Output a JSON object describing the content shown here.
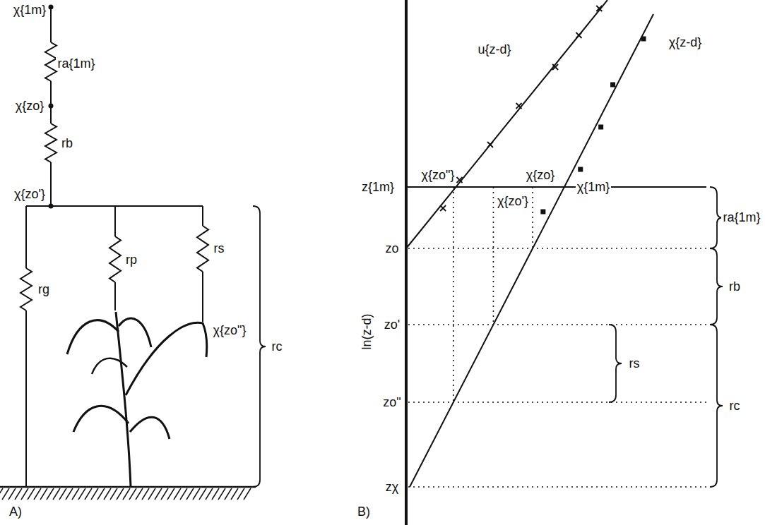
{
  "diagram": {
    "labels": [
      "χ{1m}",
      "ra{1m}",
      "χ{zo}",
      "rb",
      "χ{zo'}",
      "rg",
      "rp",
      "rs",
      "χ{zo\"}",
      "rc",
      "A)",
      "u{z-d}",
      "χ{z-d}",
      "z{1m}",
      "χ{zo\"}",
      "χ{zo}",
      "χ{1m}",
      "χ{zo'}",
      "ra{1m}",
      "zo",
      "rb",
      "zo'",
      "rs",
      "rc",
      "zo\"",
      "zχ",
      "ln(z-d)",
      "B)"
    ]
  }
}
